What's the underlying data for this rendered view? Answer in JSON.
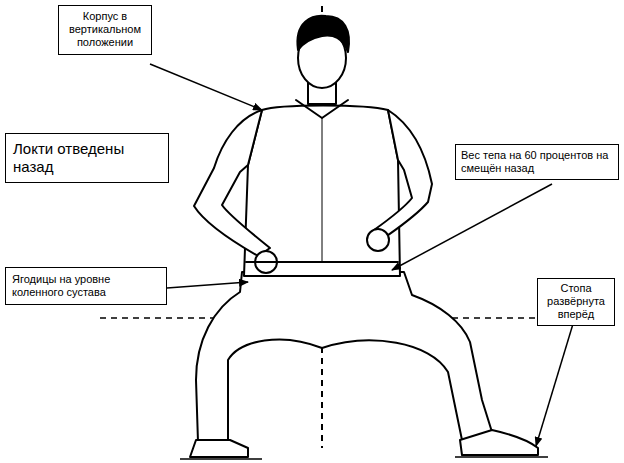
{
  "diagram": {
    "nodes": [
      {
        "text": [
          "Корпус в вертикальном положении"
        ]
      },
      {
        "text": [
          "Локти отведены назад"
        ]
      },
      {
        "text": [
          "Вес тепа на 60 процентов на смещён назад"
        ]
      },
      {
        "text": [
          "Ягодицы на уровне коленного сустава"
        ]
      },
      {
        "text": [
          "Стопа развёрнута вперёд"
        ]
      }
    ]
  }
}
